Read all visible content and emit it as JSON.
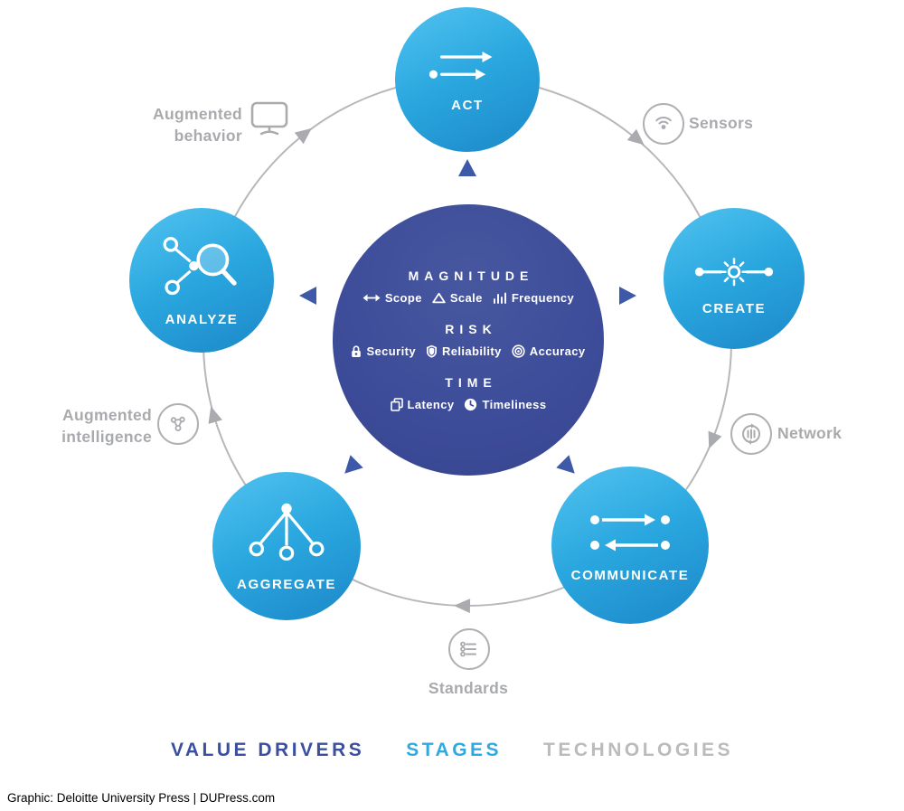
{
  "colors": {
    "stage_blue": "#2aa7df",
    "hub_blue": "#3d4c99",
    "technology_gray": "#a8aaad",
    "ring_gray": "#b5b7b9"
  },
  "hub": {
    "sections": [
      {
        "heading": "MAGNITUDE",
        "items": [
          {
            "icon": "scope-icon",
            "label": "Scope"
          },
          {
            "icon": "scale-icon",
            "label": "Scale"
          },
          {
            "icon": "frequency-icon",
            "label": "Frequency"
          }
        ]
      },
      {
        "heading": "RISK",
        "items": [
          {
            "icon": "security-icon",
            "label": "Security"
          },
          {
            "icon": "reliability-icon",
            "label": "Reliability"
          },
          {
            "icon": "accuracy-icon",
            "label": "Accuracy"
          }
        ]
      },
      {
        "heading": "TIME",
        "items": [
          {
            "icon": "latency-icon",
            "label": "Latency"
          },
          {
            "icon": "timeliness-icon",
            "label": "Timeliness"
          }
        ]
      }
    ]
  },
  "stages": [
    {
      "label": "ACT",
      "icon": "act-icon"
    },
    {
      "label": "CREATE",
      "icon": "create-icon"
    },
    {
      "label": "COMMUNICATE",
      "icon": "communicate-icon"
    },
    {
      "label": "AGGREGATE",
      "icon": "aggregate-icon"
    },
    {
      "label": "ANALYZE",
      "icon": "analyze-icon"
    }
  ],
  "technologies": [
    {
      "label": "Sensors",
      "icon": "sensors-icon"
    },
    {
      "label": "Network",
      "icon": "network-icon"
    },
    {
      "label": "Standards",
      "icon": "standards-icon"
    },
    {
      "label": "Augmented intelligence",
      "icon": "augmented-intelligence-icon"
    },
    {
      "label": "Augmented behavior",
      "icon": "augmented-behavior-icon"
    }
  ],
  "legend": {
    "items": [
      {
        "label": "VALUE DRIVERS",
        "color": "#3b4fa0"
      },
      {
        "label": "STAGES",
        "color": "#2daae1"
      },
      {
        "label": "TECHNOLOGIES",
        "color": "#b9bbbd"
      }
    ]
  },
  "credit": "Graphic: Deloitte University Press | DUPress.com"
}
